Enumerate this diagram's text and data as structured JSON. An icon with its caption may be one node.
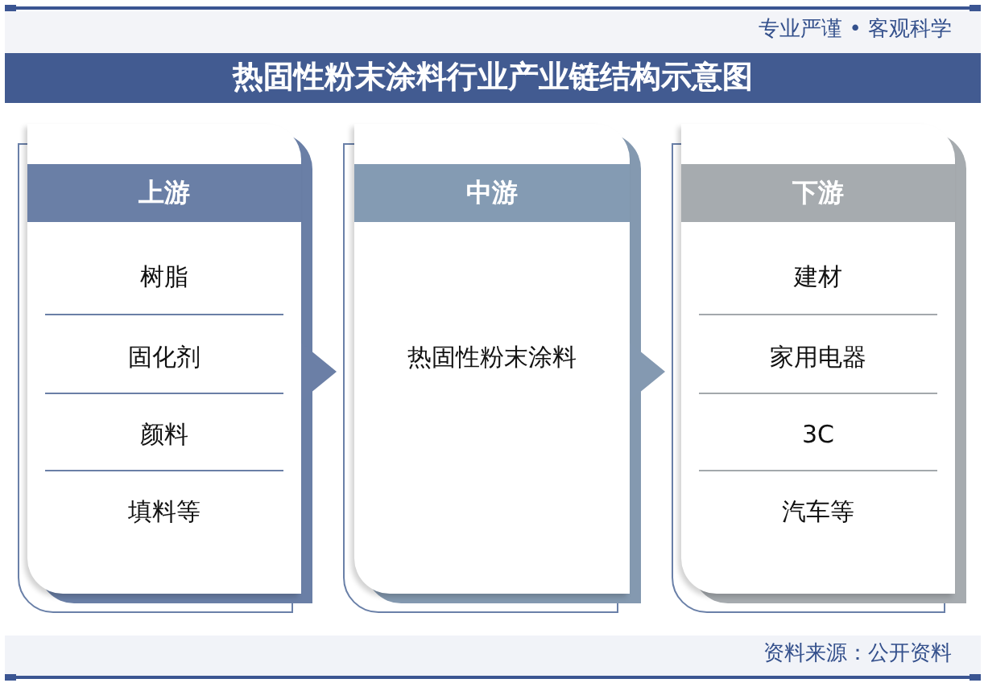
{
  "diagram": {
    "title": "热固性粉末涂料行业产业链结构示意图",
    "nodes": [
      {
        "text": [
          "上游"
        ]
      },
      {
        "text": [
          "树脂"
        ],
        "in": 0
      },
      {
        "text": [
          "固化剂"
        ],
        "in": 0
      },
      {
        "text": [
          "颜料"
        ],
        "in": 0
      },
      {
        "text": [
          "填料等"
        ],
        "in": 0
      },
      {
        "text": [
          "中游"
        ]
      },
      {
        "text": [
          "热固性粉末涂料"
        ],
        "in": 5
      },
      {
        "text": [
          "下游"
        ]
      },
      {
        "text": [
          "建材"
        ],
        "in": 7
      },
      {
        "text": [
          "家用电器"
        ],
        "in": 7
      },
      {
        "text": [
          "3C"
        ],
        "in": 7
      },
      {
        "text": [
          "汽车等"
        ],
        "in": 7
      }
    ],
    "edges": [
      {
        "from": 0,
        "to": 5,
        "arrow": "to",
        "color": "#6b7fa6"
      },
      {
        "from": 5,
        "to": 7,
        "arrow": "to",
        "color": "#8499b1"
      }
    ],
    "labels": [
      "专业严谨 • 客观科学",
      "资料来源：公开资料"
    ]
  }
}
